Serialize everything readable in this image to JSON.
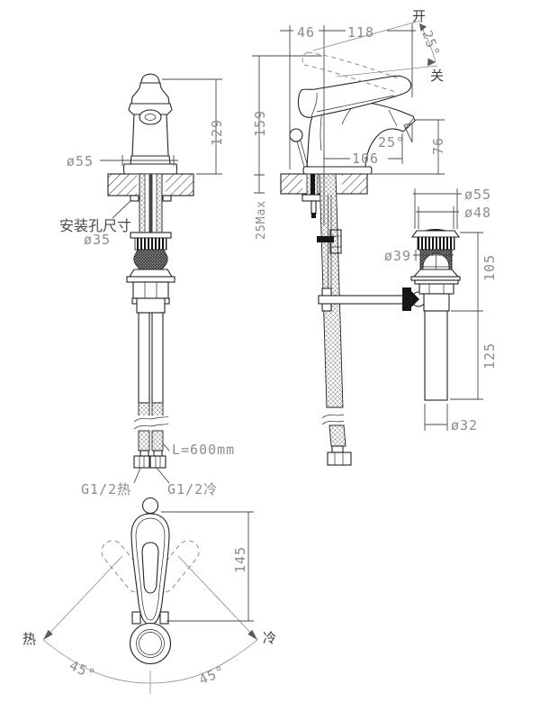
{
  "front_view": {
    "dim_body_diameter": "ø55",
    "dim_body_height": "129",
    "dim_overall_height": "159",
    "dim_counter_thickness": "25Max",
    "mounting_hole_label": "安装孔尺寸",
    "mounting_hole_diameter": "ø35",
    "hose_length": "L=600mm",
    "hot_inlet": "G1/2热",
    "cold_inlet": "G1/2冷"
  },
  "side_view": {
    "dim_handle_width": "46",
    "dim_spout_length": "118",
    "label_open": "开",
    "label_close": "关",
    "dim_handle_angle": "25°",
    "dim_spout_angle": "25°",
    "dim_spout_reach": "106",
    "dim_spout_height": "76"
  },
  "drain_view": {
    "dim_flange_diameter": "ø55",
    "dim_cap_diameter": "ø48",
    "dim_body_diameter": "ø39",
    "dim_upper_height": "105",
    "dim_tailpipe_length": "125",
    "dim_tailpipe_diameter": "ø32"
  },
  "top_view": {
    "dim_handle_length": "145",
    "dim_swing_left": "45°",
    "dim_swing_right": "45°",
    "label_hot": "热",
    "label_cold": "冷"
  }
}
